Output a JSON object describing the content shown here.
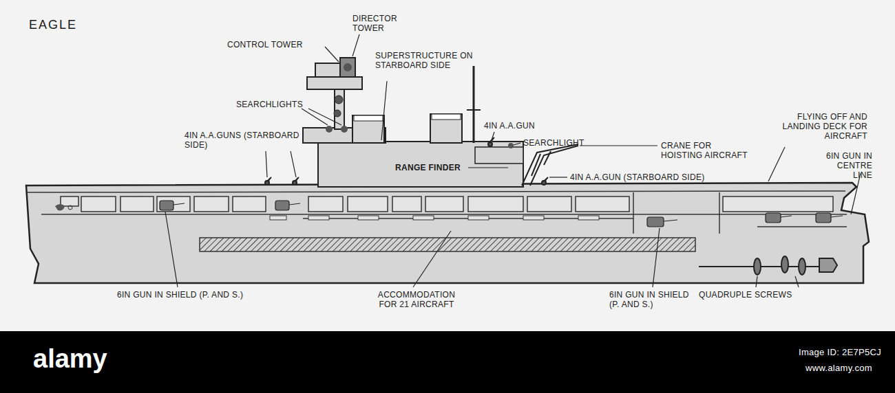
{
  "diagram": {
    "title": "EAGLE",
    "labels": [
      "DIRECTOR TOWER",
      "CONTROL TOWER",
      "SUPERSTRUCTURE ON STARBOARD SIDE",
      "SEARCHLIGHTS",
      "4IN A.A.GUNS (STARBOARD SIDE)",
      "4IN A.A.GUN",
      "SEARCHLIGHT",
      "CRANE FOR HOISTING AIRCRAFT",
      "FLYING OFF AND LANDING DECK FOR AIRCRAFT",
      "6IN GUN IN CENTRE LINE",
      "RANGE FINDER",
      "4IN A.A.GUN (STARBOARD SIDE)",
      "6IN GUN IN SHIELD (P. AND S.)",
      "ACCOMMODATION FOR 21 AIRCRAFT",
      "6IN GUN IN SHIELD (P. AND S.)",
      "QUADRUPLE SCREWS",
      "alamy",
      "Image ID: 2E7P5CJ",
      "www.alamy.com"
    ]
  }
}
